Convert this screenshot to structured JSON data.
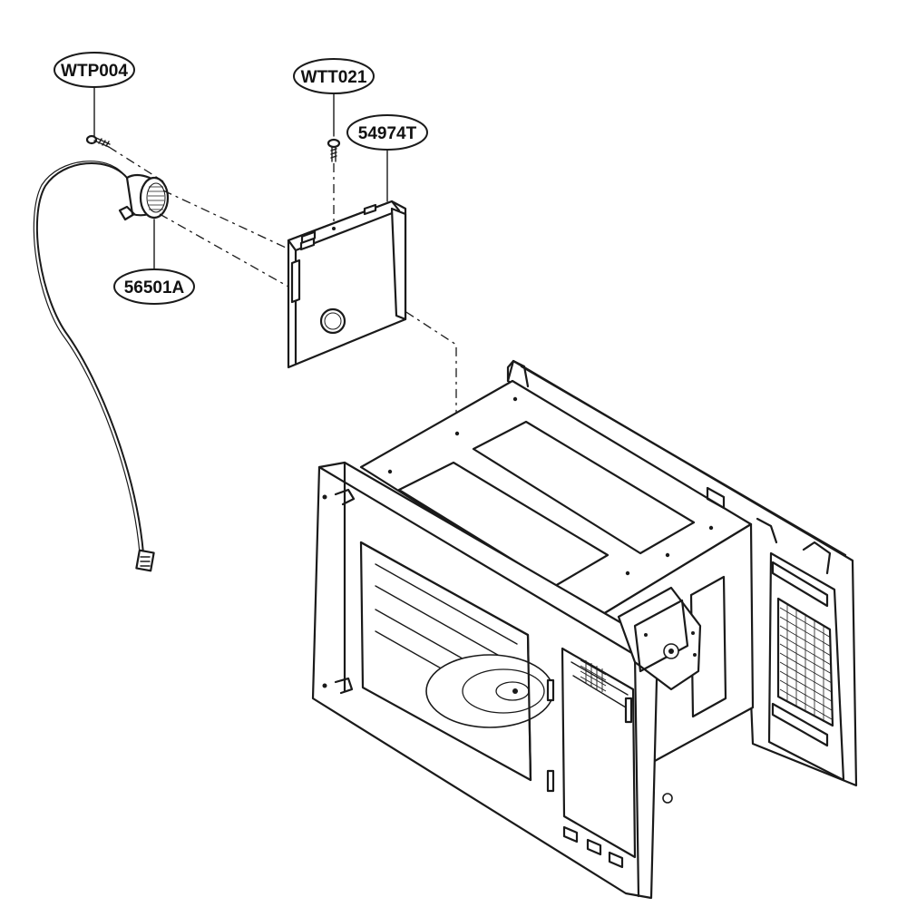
{
  "callouts": {
    "wtp004": "WTP004",
    "wtt021": "WTT021",
    "part_54974t": "54974T",
    "part_56501a": "56501A"
  },
  "colors": {
    "line": "#1a1a1a",
    "background": "#ffffff"
  }
}
